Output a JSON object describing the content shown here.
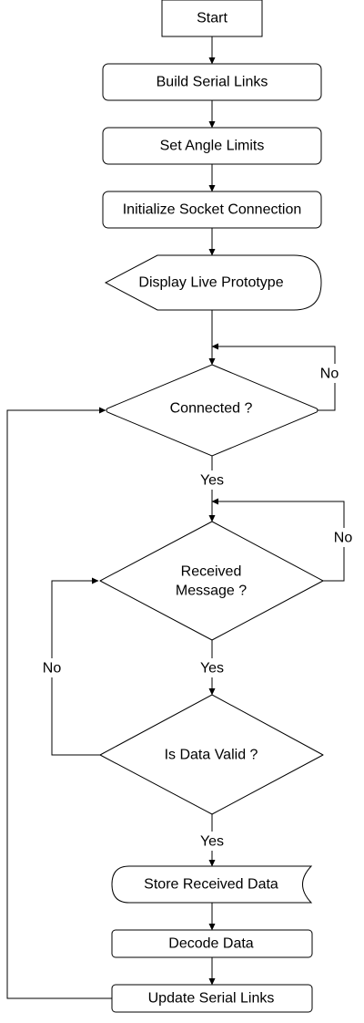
{
  "nodes": {
    "start": "Start",
    "build_serial_links": "Build Serial Links",
    "set_angle_limits": "Set Angle Limits",
    "init_socket": "Initialize Socket Connection",
    "display_prototype": "Display Live Prototype",
    "connected_q": "Connected ?",
    "received_q_line1": "Received",
    "received_q_line2": "Message ?",
    "data_valid_q": "Is Data Valid ?",
    "store_data": "Store Received Data",
    "decode_data": "Decode Data",
    "update_links": "Update Serial Links"
  },
  "edges": {
    "connected_no": "No",
    "connected_yes": "Yes",
    "received_no": "No",
    "received_yes": "Yes",
    "valid_no": "No",
    "valid_yes": "Yes"
  }
}
